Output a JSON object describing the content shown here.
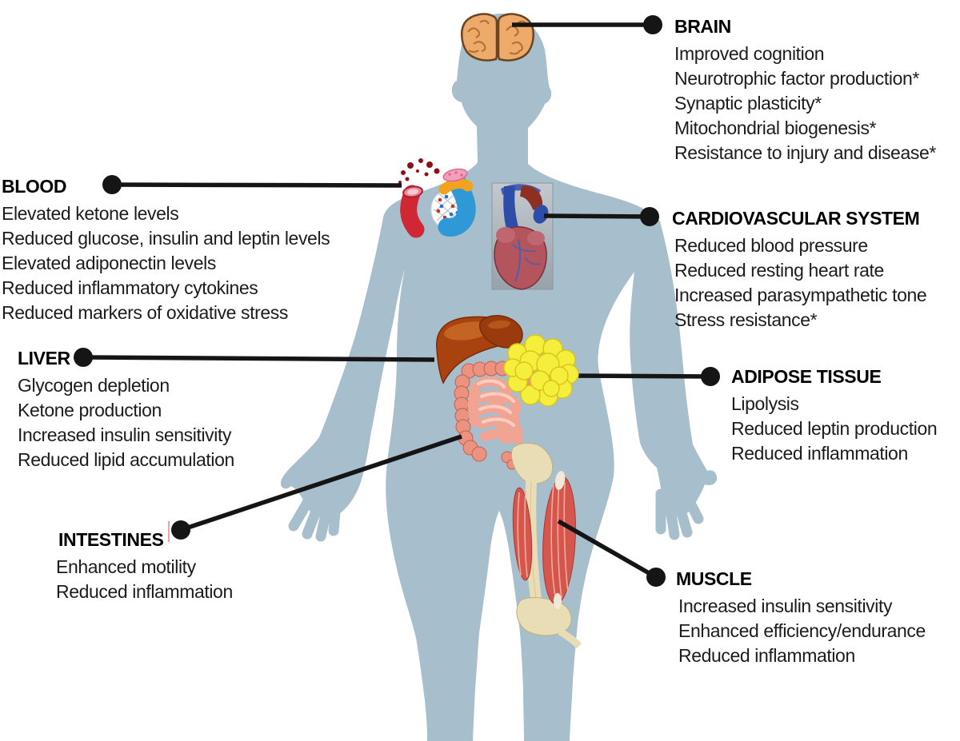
{
  "colors": {
    "body": "#a7becd",
    "line": "#151515",
    "brain": "#edaa6b",
    "liver": "#a8430f",
    "adipose": "#f6ee3c",
    "muscle": "#d5564c",
    "intestine": "#f2a493",
    "artery": "#cf2733",
    "vein": "#2f99d8",
    "heart": "#b4555e"
  },
  "sections": {
    "brain": {
      "title": "BRAIN",
      "items": [
        "Improved cognition",
        "Neurotrophic factor production*",
        "Synaptic plasticity*",
        "Mitochondrial biogenesis*",
        "Resistance to injury and disease*"
      ]
    },
    "blood": {
      "title": "BLOOD",
      "items": [
        "Elevated ketone levels",
        "Reduced glucose, insulin and leptin levels",
        "Elevated adiponectin levels",
        "Reduced inflammatory cytokines",
        "Reduced markers of oxidative stress"
      ]
    },
    "cardiovascular": {
      "title": "CARDIOVASCULAR SYSTEM",
      "items": [
        "Reduced blood pressure",
        "Reduced resting heart rate",
        "Increased parasympathetic tone",
        "Stress resistance*"
      ]
    },
    "liver": {
      "title": "LIVER",
      "items": [
        "Glycogen depletion",
        "Ketone production",
        "Increased insulin sensitivity",
        "Reduced lipid accumulation"
      ]
    },
    "adipose": {
      "title": "ADIPOSE TISSUE",
      "items": [
        "Lipolysis",
        "Reduced leptin production",
        "Reduced inflammation"
      ]
    },
    "intestines": {
      "title": "INTESTINES",
      "items": [
        "Enhanced motility",
        "Reduced inflammation"
      ]
    },
    "muscle": {
      "title": "MUSCLE",
      "items": [
        "Increased insulin sensitivity",
        "Enhanced efficiency/endurance",
        "Reduced inflammation"
      ]
    }
  }
}
